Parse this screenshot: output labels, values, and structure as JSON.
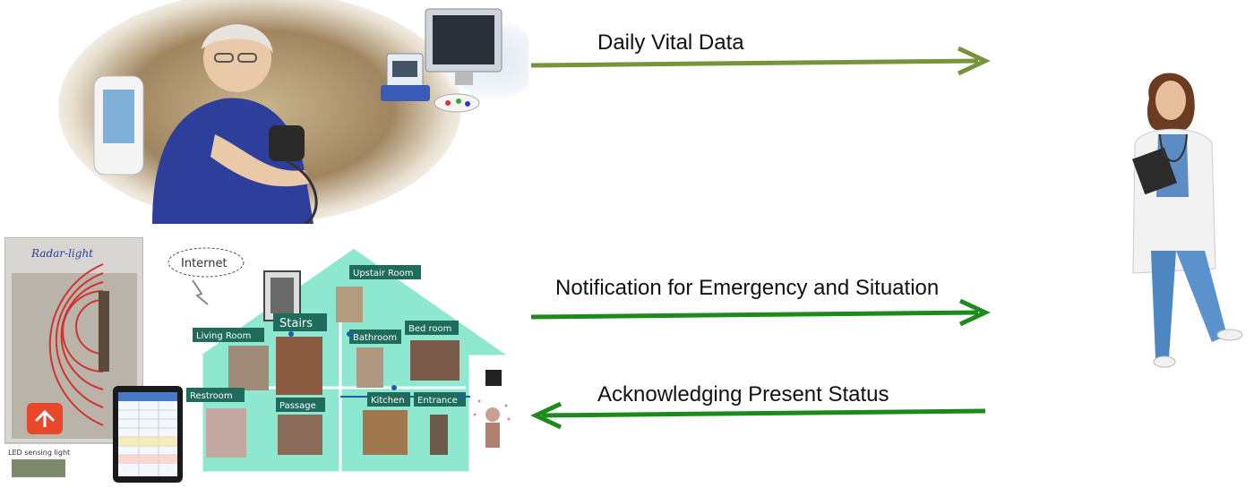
{
  "arrows": [
    {
      "label": "Daily Vital Data",
      "color": "#77933c",
      "direction": "right"
    },
    {
      "label": "Notification for Emergency and Situation",
      "color": "#1e8a1e",
      "direction": "right"
    },
    {
      "label": "Acknowledging Present Status",
      "color": "#1e8a1e",
      "direction": "left"
    }
  ],
  "house": {
    "cloud_label": "Internet",
    "rooms": [
      "Upstair Room",
      "Living Room",
      "Stairs",
      "Bathroom",
      "Bed room",
      "Restroom",
      "Passage",
      "Kitchen",
      "Entrance"
    ]
  },
  "sensor_panel": {
    "brand": "Radar-light",
    "caption": "LED sensing light"
  },
  "colors": {
    "house_fill": "#8ee8d0",
    "room_tag": "#1f6b5c",
    "accent_orange": "#e8472a"
  }
}
